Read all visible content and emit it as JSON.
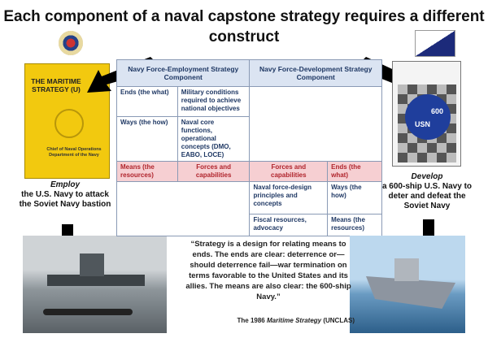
{
  "title": "Each component of a naval capstone strategy requires a different construct",
  "table": {
    "header_left": "Navy Force-Employment Strategy Component",
    "header_right": "Navy Force-Development Strategy Component",
    "ends_label": "Ends (the what)",
    "ends_value": "Military conditions required to achieve national objectives",
    "ways_label": "Ways (the how)",
    "ways_value": "Naval core functions, operational concepts (DMO, EABO, LOCE)",
    "means_label": "Means (the resources)",
    "means_value_left": "Forces and capabilities",
    "means_value_right": "Forces and capabilities",
    "dev_ends_label": "Ends (the what)",
    "dev_ways_value": "Naval force-design principles and concepts",
    "dev_ways_label": "Ways (the how)",
    "dev_means_value": "Fiscal resources, advocacy",
    "dev_means_label": "Means (the resources)"
  },
  "left": {
    "book_title": "THE MARITIME STRATEGY (U)",
    "book_subtitle": "Chief of Naval Operations Department of the Navy",
    "caption_em": "Employ",
    "caption": "the U.S. Navy to attack the Soviet Navy bastion"
  },
  "right": {
    "badge_number": "600",
    "badge_text": "USN",
    "caption_em": "Develop",
    "caption": "a 600-ship U.S. Navy to deter and defeat the Soviet Navy"
  },
  "quote": "“Strategy is a design for relating means to ends. The ends are clear: deterrence or—should deterrence fail—war termination on terms favorable to the United States and its allies. The means are also clear: the 600-ship Navy.”",
  "quote_source_pre": "The 1986 ",
  "quote_source_em": "Maritime Strategy",
  "quote_source_post": " (UNCLAS)"
}
